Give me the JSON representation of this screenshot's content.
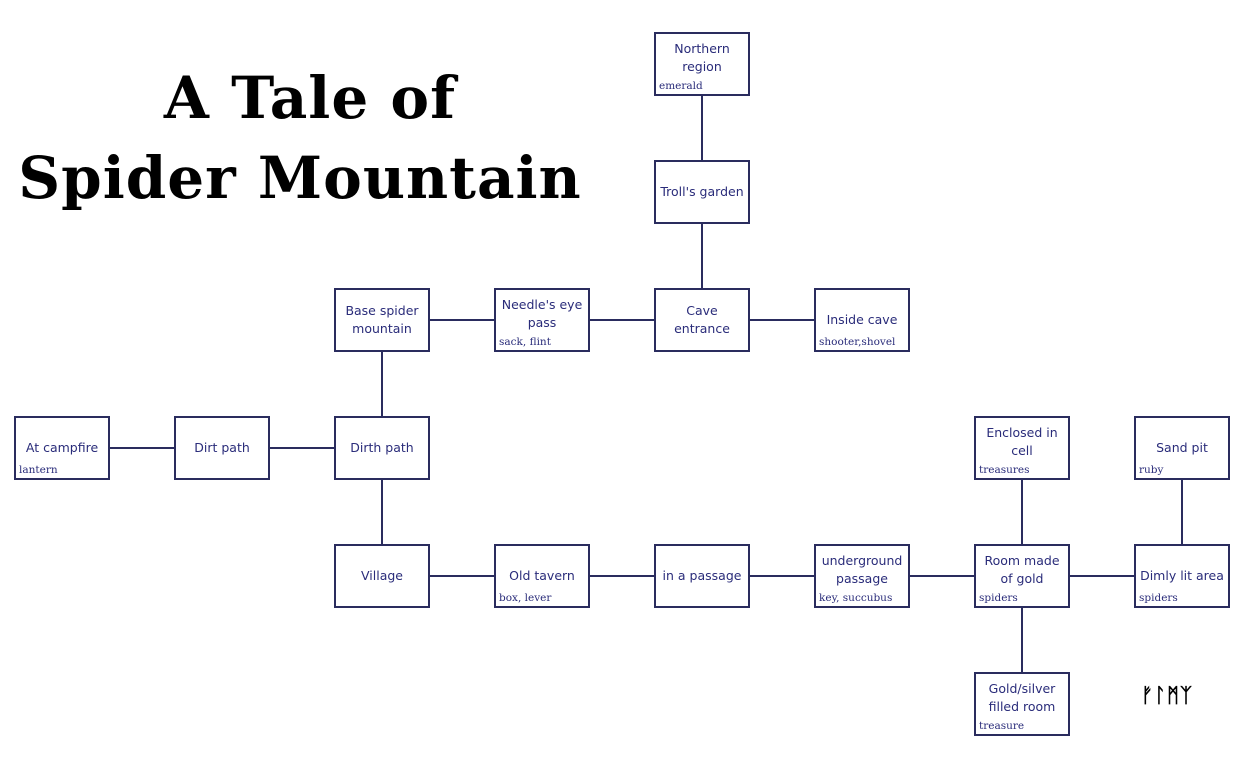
{
  "title": {
    "line1": "A Tale of",
    "line2": "Spider Mountain"
  },
  "signature": "ᚠᛚᛗᛉ",
  "colors": {
    "line": "#2a2c5e",
    "text": "#2a2c7a"
  },
  "rooms": [
    {
      "name": "Northern region",
      "items": "emerald"
    },
    {
      "name": "Troll's garden",
      "items": ""
    },
    {
      "name": "Base spider mountain",
      "items": ""
    },
    {
      "name": "Needle's eye pass",
      "items": "sack, flint"
    },
    {
      "name": "Cave entrance",
      "items": ""
    },
    {
      "name": "Inside cave",
      "items": "shooter,shovel"
    },
    {
      "name": "At campfire",
      "items": "lantern"
    },
    {
      "name": "Dirt path",
      "items": ""
    },
    {
      "name": "Dirth path",
      "items": ""
    },
    {
      "name": "Enclosed in cell",
      "items": "treasures"
    },
    {
      "name": "Sand pit",
      "items": "ruby"
    },
    {
      "name": "Village",
      "items": ""
    },
    {
      "name": "Old tavern",
      "items": "box, lever"
    },
    {
      "name": "in a passage",
      "items": ""
    },
    {
      "name": "underground passage",
      "items": "key, succubus"
    },
    {
      "name": "Room made of gold",
      "items": "spiders"
    },
    {
      "name": "Dimly lit area",
      "items": "spiders"
    },
    {
      "name": "Gold/silver filled room",
      "items": "treasure"
    }
  ]
}
